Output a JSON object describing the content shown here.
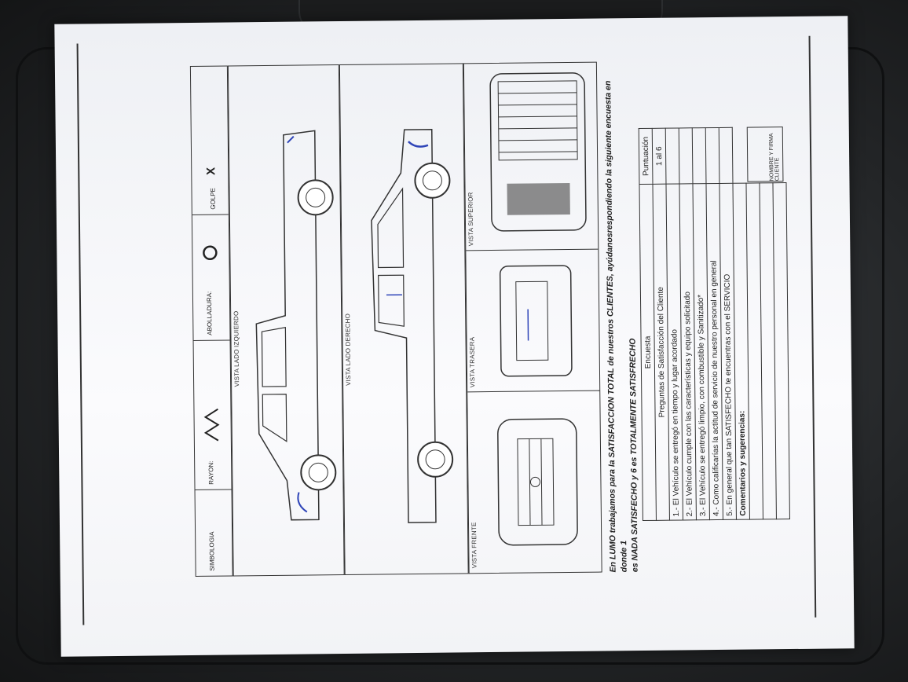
{
  "form": {
    "symbology": {
      "title": "SIMBOLOGIA",
      "scratch_label": "RAYON:",
      "dent_label": "ABOLLADURA:",
      "hit_label": "GOLPE",
      "hit_symbol": "X"
    },
    "views": {
      "left": "VISTA LADO IZQUIERDO",
      "right": "VISTA LADO DERECHO",
      "front": "VISTA FRENTE",
      "rear": "VISTA TRASERA",
      "top": "VISTA SUPERIOR"
    },
    "intro_line1": "En LUMO trabajamos para la SATISFACCION TOTAL de nuestros CLIENTES, ayúdanosrespondiendo la siguiente encuesta en donde 1",
    "intro_line2": "es NADA SATISFECHO y 6 es TOTALMENTE SATISFRECHO",
    "survey": {
      "title": "Encuesta",
      "score_header": "Puntuación",
      "questions_header": "Preguntas de Satisfacción del Cliente",
      "score_range": "1 al 6",
      "questions": [
        "1.- El Vehículo se entregó en tiempo y lugar acordado",
        "2.- El Vehículo cumple con las características y equipo solicitado",
        "3.- El Vehículo se entregó limpio, con combustible y Sanitizado*",
        "4.- Como calificarías la actitud de servicio de nuestro personal en general",
        "5.- En general que tan SATISFECHO te encuentras con el SERVICIO"
      ],
      "comments_label": "Comentarios y sugerencias:",
      "signature_label": "NOMBRE Y FIRMA CLIENTE"
    }
  },
  "colors": {
    "ink": "#333333",
    "pen": "#2f45b8",
    "paper": "#f7f8fb"
  }
}
